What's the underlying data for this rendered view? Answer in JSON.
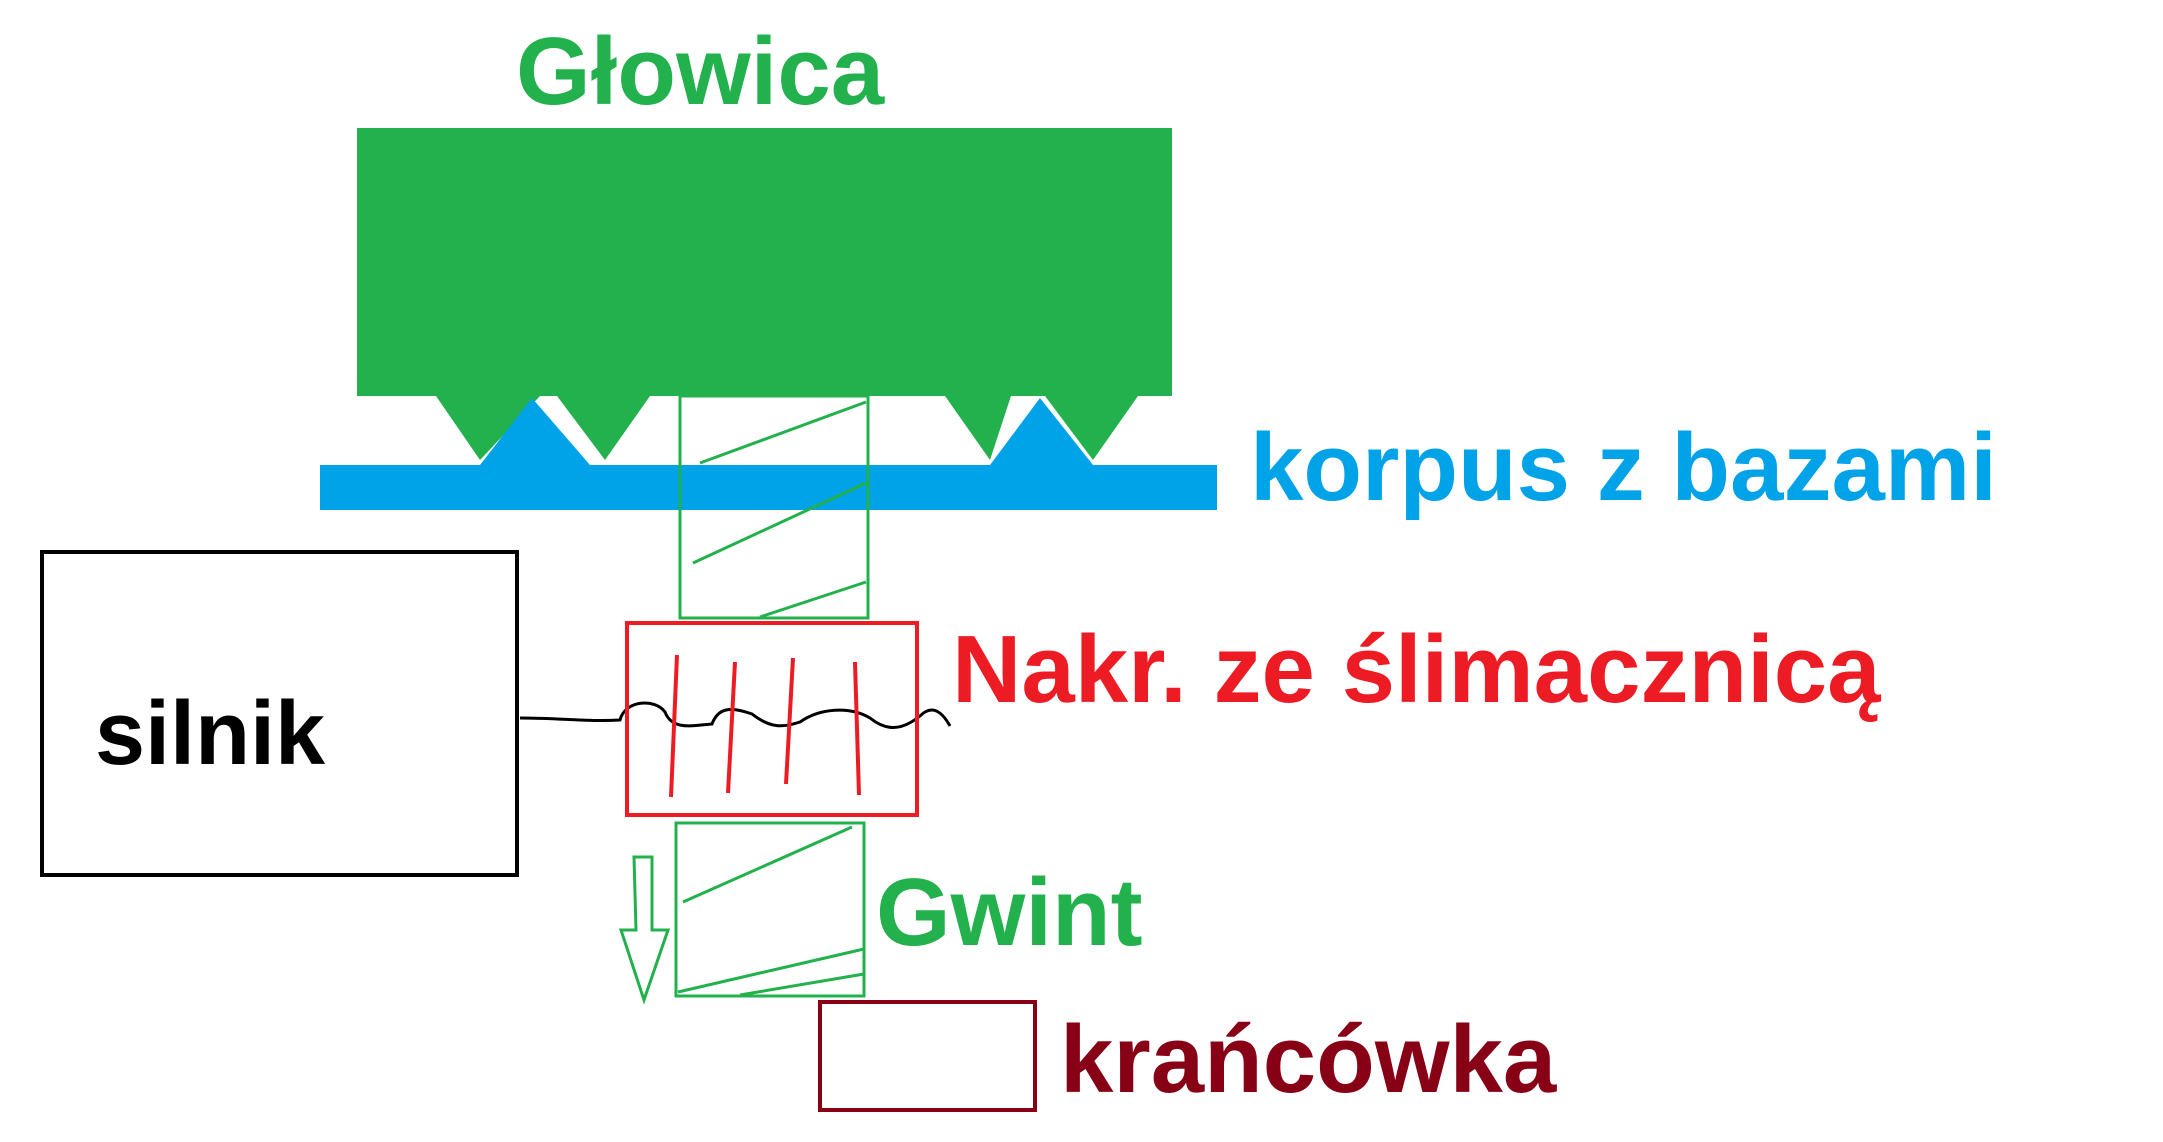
{
  "labels": {
    "head": "Głowica",
    "body": "korpus z bazami",
    "motor": "silnik",
    "nut": "Nakr. ze ślimacznicą",
    "thread": "Gwint",
    "limit_switch": "krańcówka"
  },
  "colors": {
    "head": "#22b14c",
    "body": "#00a2e8",
    "motor": "#000000",
    "nut": "#ed1c24",
    "thread": "#22b14c",
    "limit_switch": "#880015"
  }
}
